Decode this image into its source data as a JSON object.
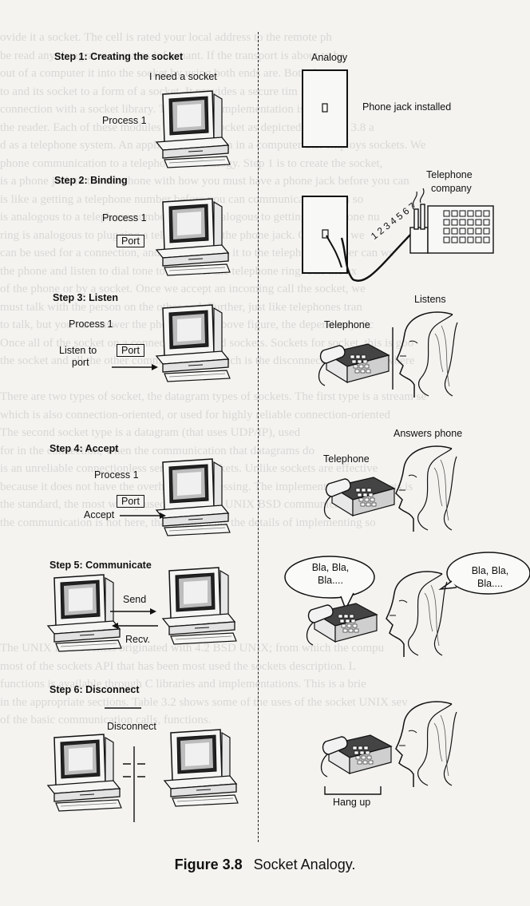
{
  "background_text": [
    "ovide it a socket. The cell is rated your local address to the remote ph",
    "be read any datagrams contains informant. If the transport is about to be",
    "out of a computer it into the socket by using both ends are. Both the sto",
    "to and its socket to a form of a socket. It provides a secure tim",
    "connection with a socket library. The sockets implementation is rep",
    "the reader. Each of these modules to its own socket as depicted in Figure 3.8 a",
    "d as a telephone system. An application program in a computer that employs sockets. We",
    "phone communication to a telephone call analogy. Step 1 is to create the socket,",
    "is a phone jack to the telephone with how you must have a phone jack before you can",
    "is like a getting a telephone number before you can communicate using a so",
    "is analogous to a telephone number. This is analogous to getting a telephone nu",
    "ring is analogous to plugging a telephone into the phone jack. Only once we",
    "can be used for a connection, and we depend on it to the telephone number can we",
    "the phone and listen to dial tone to listen for the telephone ring. The the ex",
    "of the phone or by a socket. Once we accept an incoming call the socket, we",
    "must talk with the person on the other end. Further, just like telephones tran",
    "to talk, but you can answer the phone. In the above figure, the dependency. Sc",
    "Once all of the socket on a connection-oriented sockets. Sockets for socket, this is goo",
    "the socket and all the other communication, which is the disconnect or hang-up, where",
    "",
    "There are two types of socket, the datagram types of sockets. The first type is a stream se",
    "which is also connection-oriented, or used for highly reliable connection-oriented",
    "The second socket type is a datagram (that uses UDP/IP), used",
    "for in the connection, when the communication that datagrams do",
    "is an unreliable connectionless sending of packets. Unlike sockets are effective",
    "because it does not have the overhead of processing. The implementation of sockets is",
    "the standard, the most widely used is based on UNIX BSD communication",
    "the communication is not here, that implements the details of implementing so",
    "",
    "",
    "",
    "",
    "",
    "",
    "The UNIX BSD sockets originated with 4.2 BSD UNIX; from which the compu",
    "most of the sockets API that has been most used the sockets description. L",
    "functions is available through C libraries and implementations. This is a brie",
    "in the appropriate sections. Table 3.2 shows some of the uses of the socket UNIX sev",
    "of the basic communication calls, functions."
  ],
  "left_steps": [
    {
      "title": "Step 1: Creating the socket",
      "labels": [
        "I need a socket",
        "Process 1"
      ]
    },
    {
      "title": "Step 2: Binding",
      "labels": [
        "Process 1",
        "Port"
      ]
    },
    {
      "title": "Step 3: Listen",
      "labels": [
        "Process 1",
        "Listen to",
        "port",
        "Port"
      ]
    },
    {
      "title": "Step 4: Accept",
      "labels": [
        "Process 1",
        "Port",
        "Accept"
      ]
    },
    {
      "title": "Step 5: Communicate",
      "labels": [
        "Send",
        "Recv."
      ]
    },
    {
      "title": "Step 6: Disconnect",
      "labels": [
        "Disconnect"
      ]
    }
  ],
  "right_panels": [
    {
      "labels": [
        "Analogy",
        "Phone jack installed"
      ]
    },
    {
      "labels": [
        "Telephone",
        "company",
        "1 2 3 4 5 6 7"
      ]
    },
    {
      "labels": [
        "Listens",
        "Telephone"
      ]
    },
    {
      "labels": [
        "Answers phone",
        "Telephone"
      ]
    },
    {
      "labels": [
        "Bla, Bla,",
        "Bla....",
        "Bla, Bla,",
        "Bla...."
      ]
    },
    {
      "labels": [
        "Hang up"
      ]
    }
  ],
  "caption": {
    "figure": "Figure 3.8",
    "title": "Socket Analogy."
  }
}
